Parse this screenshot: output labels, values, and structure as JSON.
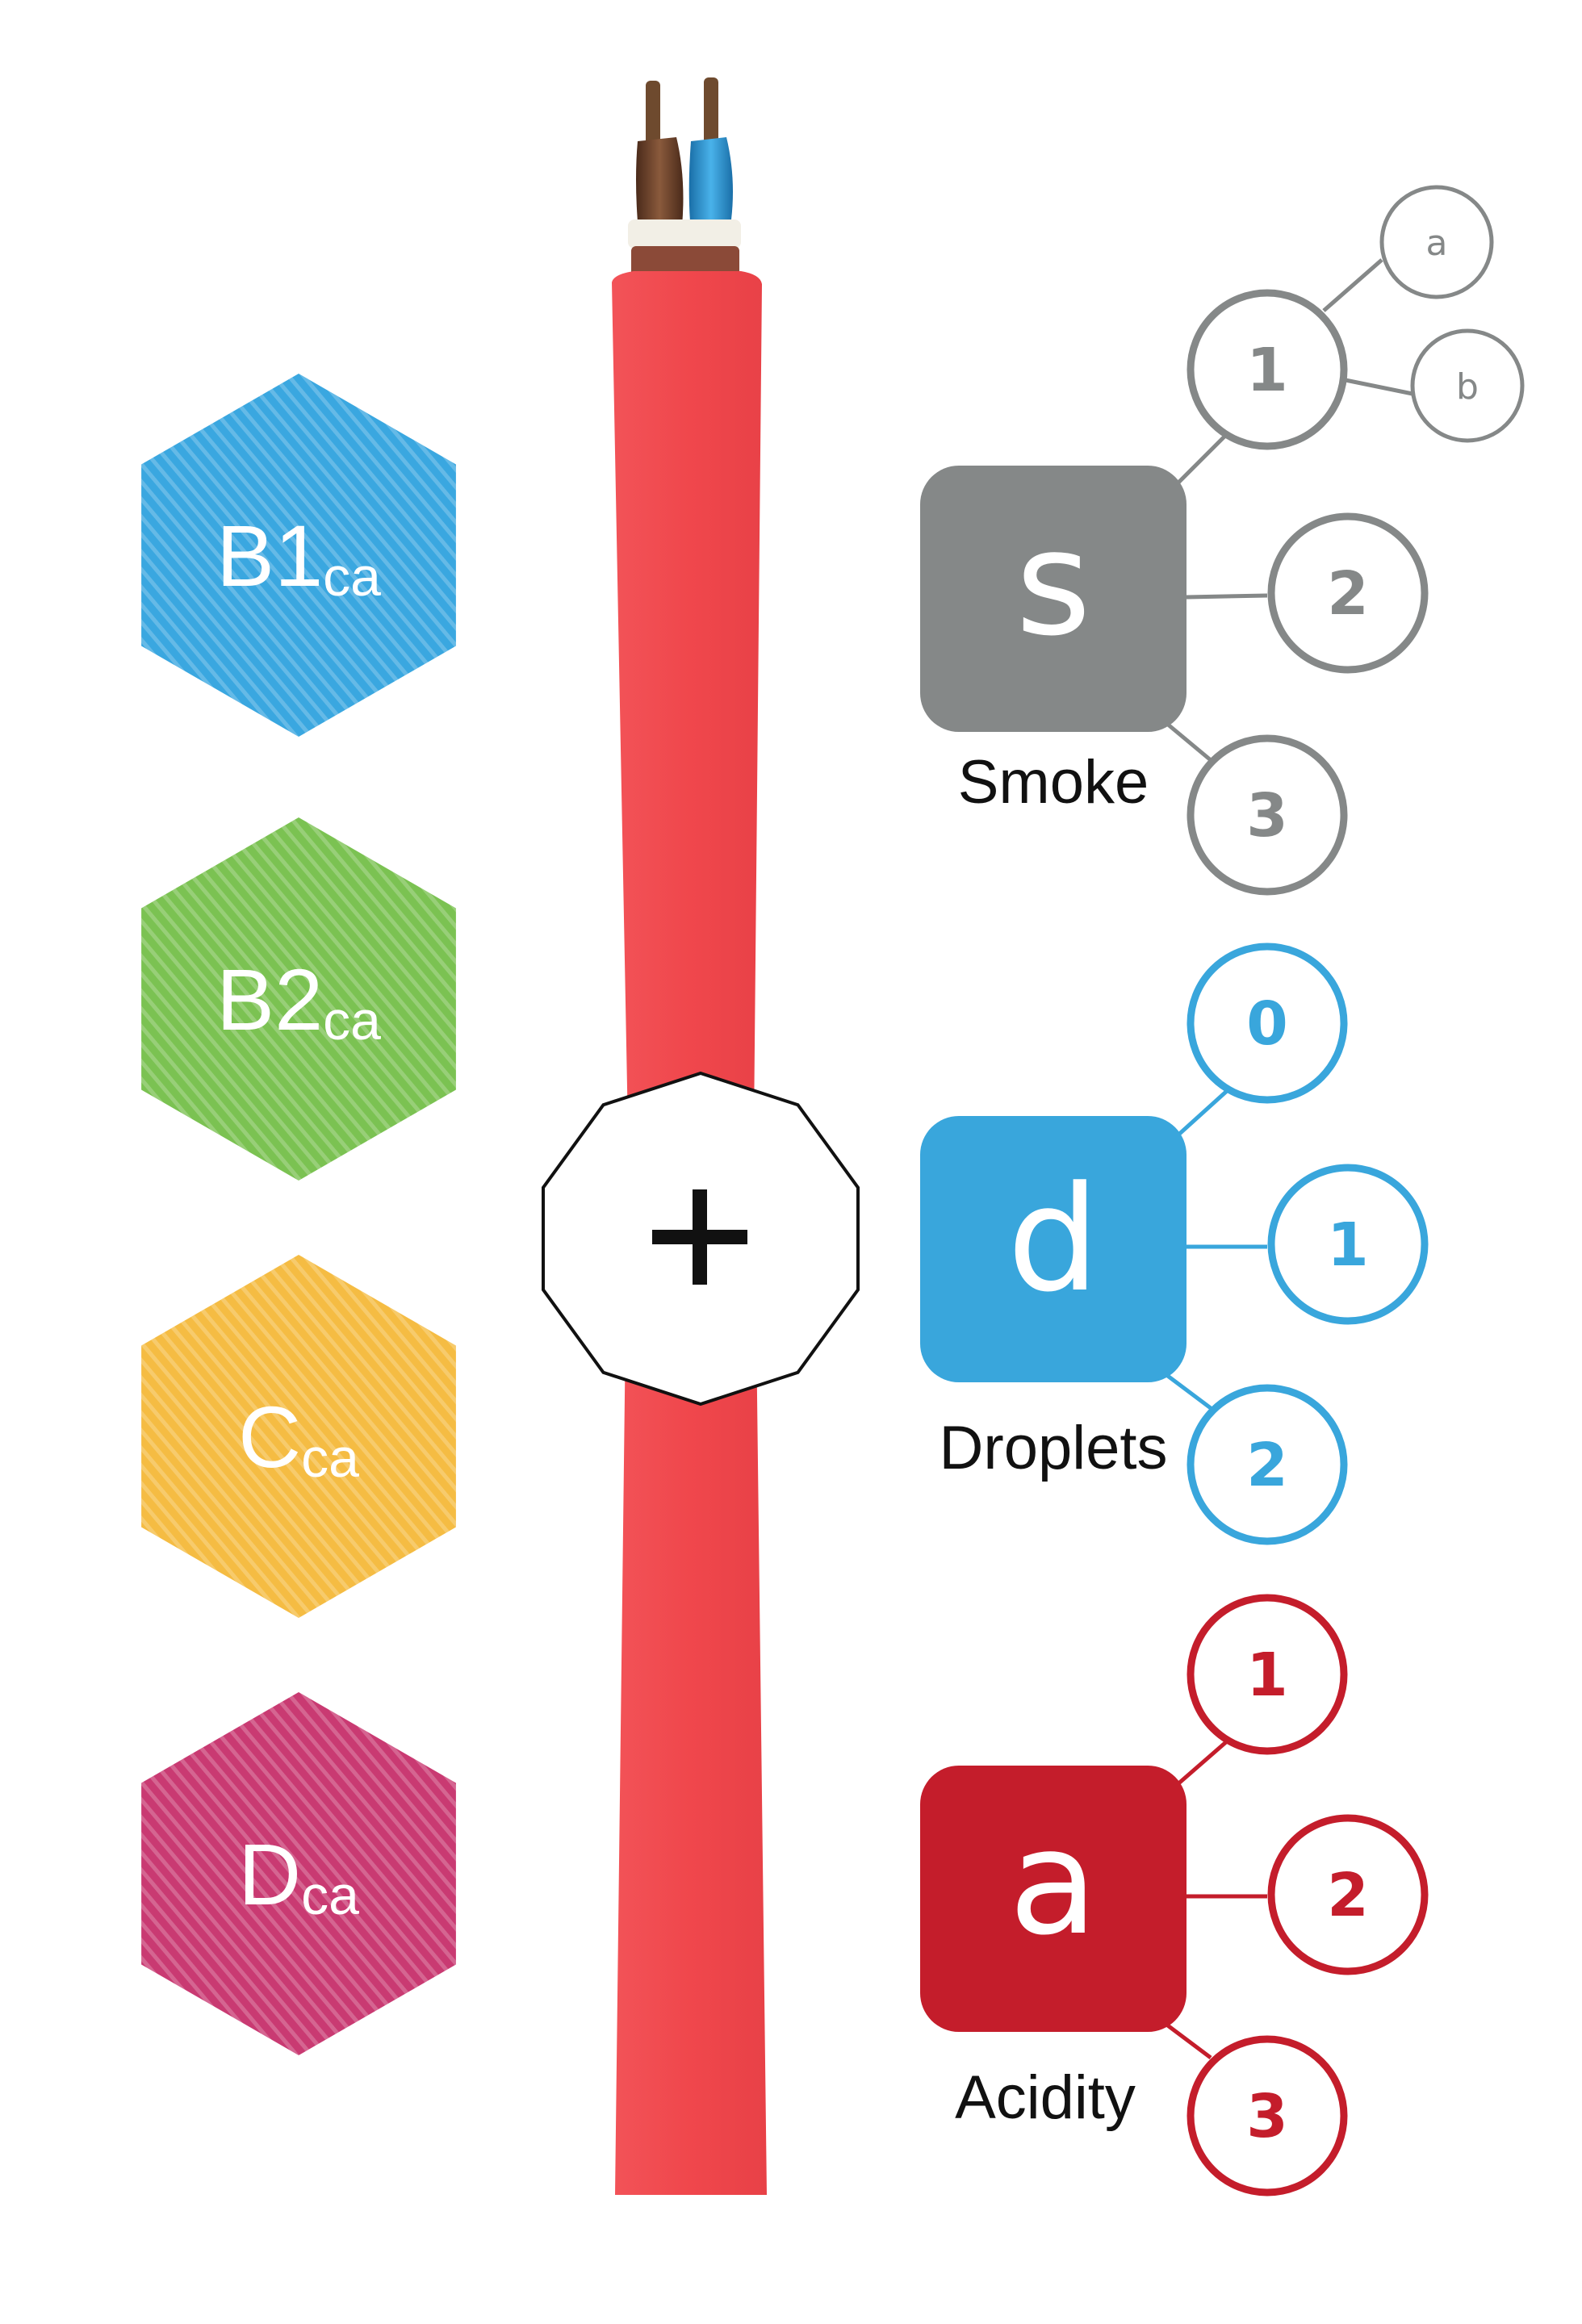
{
  "colors": {
    "blue": "#3aa7e0",
    "green": "#7bc252",
    "yellow": "#f5bc43",
    "magenta": "#c93a72",
    "cable": "#ee454a",
    "smoke": "#858888",
    "droplets": "#39a6dc",
    "acidity": "#c41d2b"
  },
  "classes": [
    {
      "main": "B1",
      "sub": "ca",
      "color": "#3aa7e0"
    },
    {
      "main": "B2",
      "sub": "ca",
      "color": "#7bc252"
    },
    {
      "main": "C",
      "sub": "ca",
      "color": "#f5bc43"
    },
    {
      "main": "D",
      "sub": "ca",
      "color": "#c93a72"
    }
  ],
  "plus_symbol": "+",
  "smoke": {
    "letter": "s",
    "caption": "Smoke",
    "color": "#858888",
    "levels": [
      "1",
      "2",
      "3"
    ],
    "sublevels": [
      "a",
      "b"
    ]
  },
  "droplets": {
    "letter": "d",
    "caption": "Droplets",
    "color": "#39a6dc",
    "levels": [
      "0",
      "1",
      "2"
    ]
  },
  "acidity": {
    "letter": "a",
    "caption": "Acidity",
    "color": "#c41d2b",
    "levels": [
      "1",
      "2",
      "3"
    ]
  },
  "icons": {
    "cable": "cable-illustration",
    "plus": "plus-icon"
  }
}
